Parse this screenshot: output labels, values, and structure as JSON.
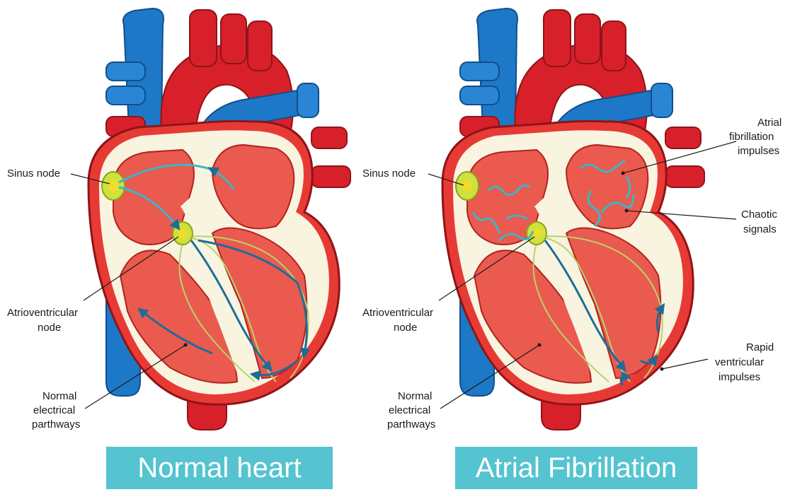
{
  "panels": [
    {
      "caption": "Normal heart",
      "labels": {
        "sinus_node": "Sinus node",
        "av_node_line1": "Atrioventricular",
        "av_node_line2": "node",
        "pathways_line1": "Normal",
        "pathways_line2": "electrical",
        "pathways_line3": "parthways"
      }
    },
    {
      "caption": "Atrial Fibrillation",
      "labels": {
        "sinus_node": "Sinus node",
        "av_node_line1": "Atrioventricular",
        "av_node_line2": "node",
        "pathways_line1": "Normal",
        "pathways_line2": "electrical",
        "pathways_line3": "parthways",
        "af_impulses_line1": "Atrial",
        "af_impulses_line2": "fibrillation",
        "af_impulses_line3": "impulses",
        "chaotic_line1": "Chaotic",
        "chaotic_line2": "signals",
        "rapid_line1": "Rapid",
        "rapid_line2": "ventricular",
        "rapid_line3": "impulses"
      }
    }
  ],
  "colors": {
    "caption_bg": "#55c3d0",
    "vessel_red": "#d8202a",
    "vessel_blue": "#1e78c8",
    "muscle": "#e83a35",
    "chamber": "#ea5a4e",
    "wall_cream": "#f8f4e0",
    "pathway_green": "#b7d36a",
    "impulse_teal": "#3bb6c8",
    "node_yellow": "#cfe13d"
  }
}
